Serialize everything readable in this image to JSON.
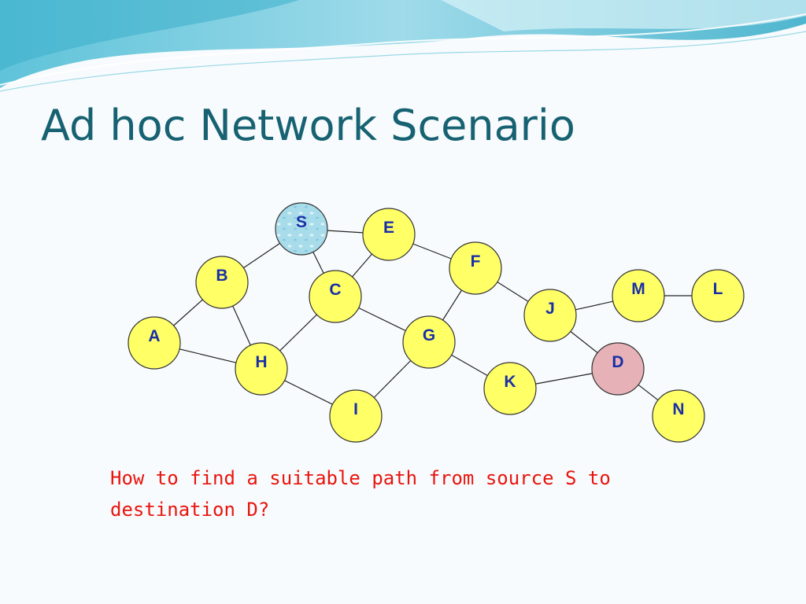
{
  "slide": {
    "title": "Ad hoc Network Scenario",
    "question": "How to find a suitable path from source S to destination D?"
  },
  "colors": {
    "title": "#176272",
    "node_fill": "#ffff66",
    "source_fill": "#a9dcea",
    "destination_fill": "#e6b2b8",
    "question_text": "#e8150e",
    "node_label": "#1a2fa6"
  },
  "network": {
    "nodes": [
      {
        "id": "S",
        "role": "source"
      },
      {
        "id": "E",
        "role": "node"
      },
      {
        "id": "F",
        "role": "node"
      },
      {
        "id": "B",
        "role": "node"
      },
      {
        "id": "C",
        "role": "node"
      },
      {
        "id": "M",
        "role": "node"
      },
      {
        "id": "L",
        "role": "node"
      },
      {
        "id": "J",
        "role": "node"
      },
      {
        "id": "A",
        "role": "node"
      },
      {
        "id": "G",
        "role": "node"
      },
      {
        "id": "H",
        "role": "node"
      },
      {
        "id": "D",
        "role": "destination"
      },
      {
        "id": "K",
        "role": "node"
      },
      {
        "id": "I",
        "role": "node"
      },
      {
        "id": "N",
        "role": "node"
      }
    ],
    "edges": [
      [
        "S",
        "E"
      ],
      [
        "S",
        "B"
      ],
      [
        "S",
        "C"
      ],
      [
        "E",
        "C"
      ],
      [
        "E",
        "F"
      ],
      [
        "B",
        "A"
      ],
      [
        "B",
        "H"
      ],
      [
        "A",
        "H"
      ],
      [
        "C",
        "H"
      ],
      [
        "C",
        "G"
      ],
      [
        "F",
        "G"
      ],
      [
        "F",
        "J"
      ],
      [
        "J",
        "M"
      ],
      [
        "M",
        "L"
      ],
      [
        "J",
        "D"
      ],
      [
        "G",
        "I"
      ],
      [
        "G",
        "K"
      ],
      [
        "H",
        "I"
      ],
      [
        "K",
        "D"
      ],
      [
        "D",
        "N"
      ]
    ]
  }
}
